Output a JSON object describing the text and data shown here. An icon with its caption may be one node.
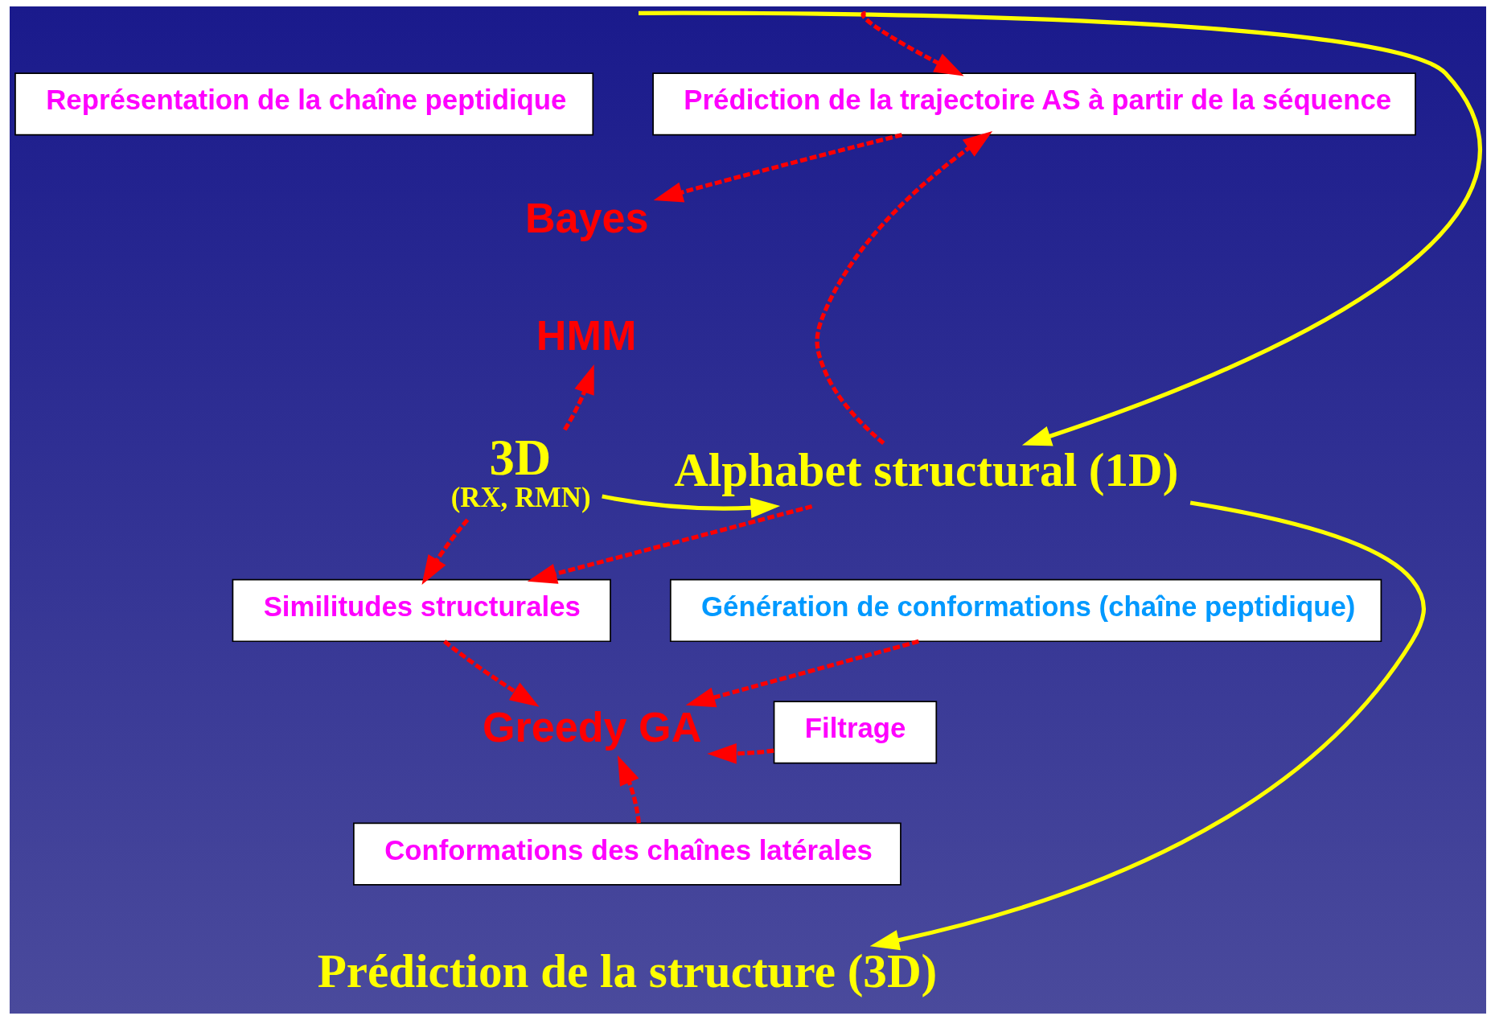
{
  "diagram": {
    "nodes": [
      {
        "text": [
          "Représentation de la chaîne peptidique"
        ]
      },
      {
        "text": [
          "Prédiction de la trajectoire AS à partir de la séquence"
        ]
      },
      {
        "text": [
          "Bayes"
        ]
      },
      {
        "text": [
          "HMM"
        ]
      },
      {
        "text": [
          "3D",
          "(RX, RMN)"
        ]
      },
      {
        "text": [
          "Alphabet structural (1D)"
        ]
      },
      {
        "text": [
          "Similitudes structurales"
        ]
      },
      {
        "text": [
          "Génération de conformations (chaîne peptidique)"
        ]
      },
      {
        "text": [
          "Greedy GA"
        ]
      },
      {
        "text": [
          "Filtrage"
        ]
      },
      {
        "text": [
          "Conformations des chaînes latérales"
        ]
      },
      {
        "text": [
          "Prédiction de la structure (3D)"
        ]
      }
    ],
    "edges": [
      {
        "from": null,
        "to": 5,
        "arrow": "to",
        "color": "#ffff00"
      },
      {
        "from": null,
        "to": 1,
        "arrow": "to",
        "style": "dashed"
      },
      {
        "from": 1,
        "to": 2,
        "arrow": "to",
        "style": "dashed"
      },
      {
        "from": 4,
        "to": 3,
        "arrow": "to",
        "style": "dashed"
      },
      {
        "from": 4,
        "to": 5,
        "arrow": "to",
        "color": "#ffff00"
      },
      {
        "from": 5,
        "to": 1,
        "arrow": "to",
        "style": "dashed"
      },
      {
        "from": 4,
        "to": 6,
        "arrow": "to",
        "style": "dashed"
      },
      {
        "from": 5,
        "to": 6,
        "arrow": "to",
        "style": "dashed"
      },
      {
        "from": 6,
        "to": 8,
        "arrow": "to",
        "style": "dashed"
      },
      {
        "from": 5,
        "to": 11,
        "arrow": "to",
        "color": "#ffff00"
      },
      {
        "from": 7,
        "to": 8,
        "arrow": "to",
        "style": "dashed"
      },
      {
        "from": 9,
        "to": 8,
        "arrow": "to",
        "style": "dashed"
      },
      {
        "from": 10,
        "to": 8,
        "arrow": "to",
        "style": "dashed"
      }
    ]
  }
}
